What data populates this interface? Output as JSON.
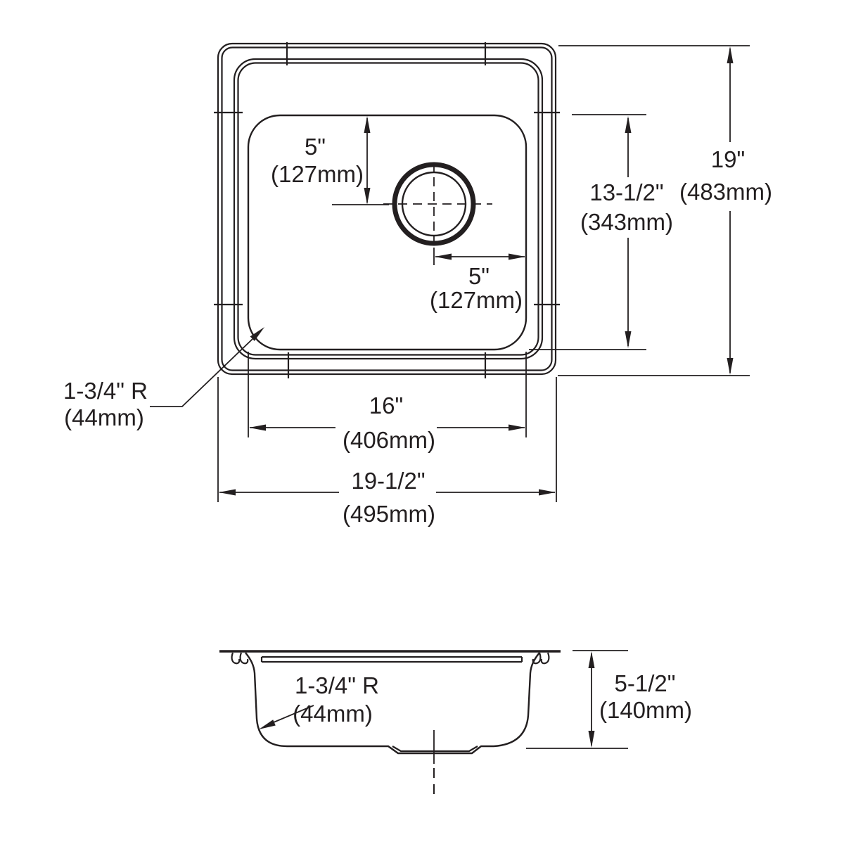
{
  "colors": {
    "line": "#231f20",
    "background": "#ffffff"
  },
  "top_view": {
    "drain_offset_vertical": {
      "in": "5\"",
      "mm": "(127mm)"
    },
    "drain_offset_horizontal": {
      "in": "5\"",
      "mm": "(127mm)"
    },
    "bowl_front_to_back": {
      "in": "13-1/2\"",
      "mm": "(343mm)"
    },
    "overall_front_to_back": {
      "in": "19\"",
      "mm": "(483mm)"
    },
    "bowl_width": {
      "in": "16\"",
      "mm": "(406mm)"
    },
    "overall_width": {
      "in": "19-1/2\"",
      "mm": "(495mm)"
    },
    "corner_radius": {
      "label": "1-3/4\" R",
      "mm": "(44mm)"
    }
  },
  "side_view": {
    "corner_radius": {
      "label": "1-3/4\" R",
      "mm": "(44mm)"
    },
    "bowl_depth": {
      "in": "5-1/2\"",
      "mm": "(140mm)"
    }
  }
}
